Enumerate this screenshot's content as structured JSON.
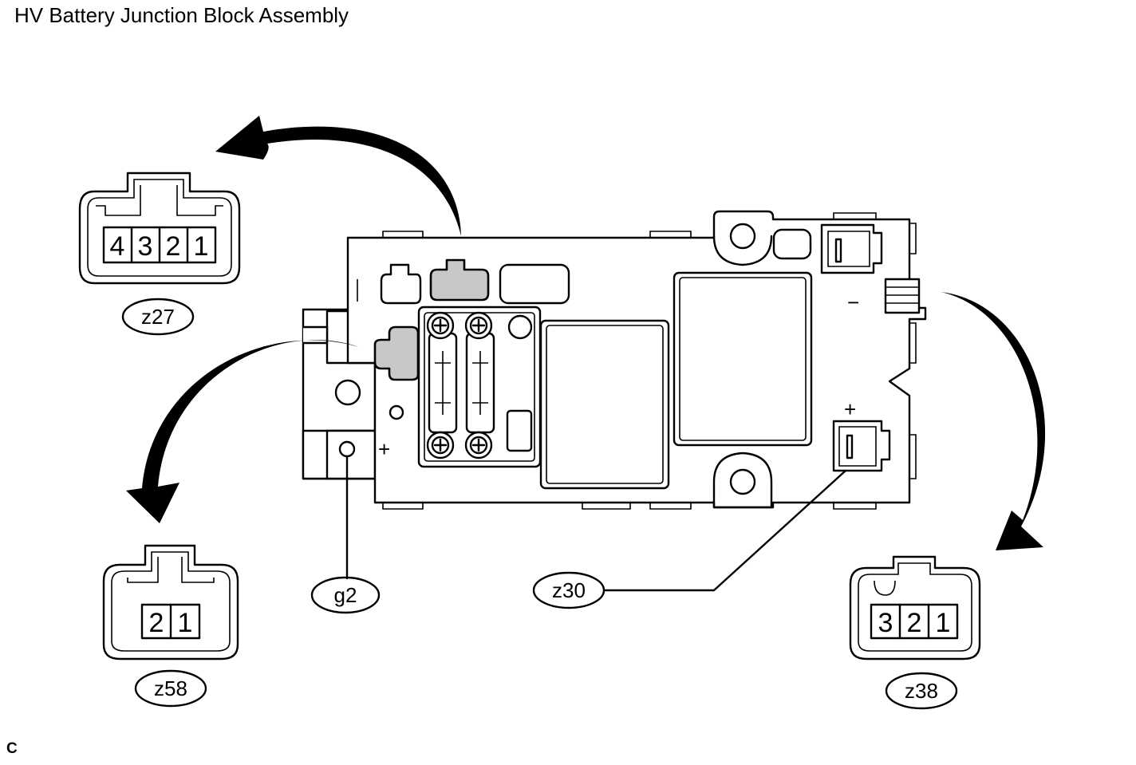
{
  "title": "HV Battery Junction Block Assembly",
  "footer_mark": "C",
  "connectors": {
    "z27": {
      "label": "z27",
      "pins": [
        "4",
        "3",
        "2",
        "1"
      ]
    },
    "z58": {
      "label": "z58",
      "pins": [
        "2",
        "1"
      ]
    },
    "z38": {
      "label": "z38",
      "pins": [
        "3",
        "2",
        "1"
      ]
    },
    "z30": {
      "label": "z30"
    },
    "g2": {
      "label": "g2"
    }
  },
  "board_marks": {
    "minus": "−",
    "plus_left": "+",
    "plus_right": "+"
  }
}
